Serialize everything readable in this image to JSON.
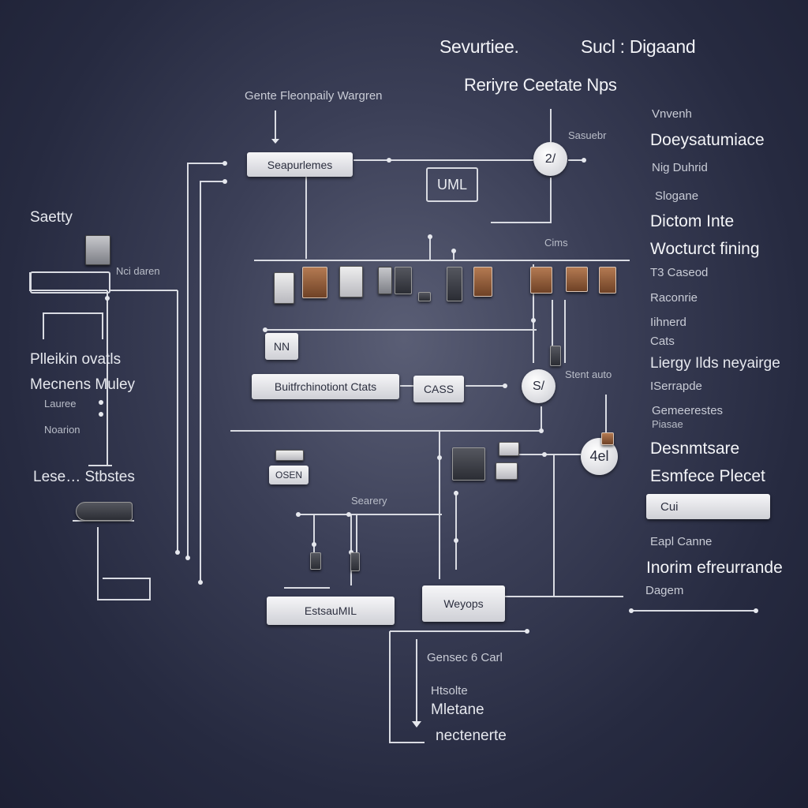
{
  "header": {
    "title_left": "Sevurtiee.",
    "title_right": "Sucl : Digaand",
    "subtitle": "Reriyre Ceetate Nps",
    "top_caption": "Gente Fleonpaily Wargren"
  },
  "nodes": {
    "seapurlemes": "Seapurlemes",
    "uml": "UML",
    "circle_top": "2/",
    "sasuebr": "Sasuebr",
    "cims": "Cims",
    "nn": "NN",
    "buildings_clats": "Buitfrchinotiont Ctats",
    "cass": "CASS",
    "circle_mid": "S/",
    "stent_auto": "Stent auto",
    "circle_low": "4el",
    "osen": "OSEN",
    "searery": "Searery",
    "estsaumil": "EstsauMIL",
    "weyops": "Weyops",
    "gensec_carl": "Gensec 6 Carl"
  },
  "left_panel": {
    "saetty": "Saetty",
    "nci_daren": "Nci daren",
    "pleikin_ovatls": "Plleikin ovatls",
    "mecnens_muley": "Mecnens Muley",
    "lauree": "Lauree",
    "noarion": "Noarion",
    "lese_stbstes": "Lese… Stbstes"
  },
  "right_panel": {
    "vnvenh": "Vnvenh",
    "doeysatumiace": "Doeysatumiace",
    "nig_duhrid": "Nig Duhrid",
    "slogane": "Slogane",
    "dictom_inte": "Dictom Inte",
    "wocturct_fining": "Wocturct fining",
    "t3_caseod": "T3 Caseod",
    "raconrie": "Raconrie",
    "hinerd": "Iihnerd",
    "cats": "Cats",
    "liergy": "Liergy Ilds neyairge",
    "lserrapde": "ISerrapde",
    "gemeerestes": "Gemeerestes",
    "piasae": "Piasae",
    "desnmsare": "Desnmtsare",
    "esmfece_plecet": "Esmfece Plecet",
    "cu_field": "Cui",
    "eapl_canne": "Eapl Canne",
    "inorim": "Inorim efreurrande",
    "dagem": "Dagem"
  },
  "bottom": {
    "htsolte": "Htsolte",
    "mletane": "Mletane",
    "nectenerte": "nectenerte"
  },
  "colors": {
    "background": "#2b2f46",
    "wire": "#d9dbe2",
    "box_fill": "#e6e6ea",
    "device_brown": "#8c5a39"
  }
}
